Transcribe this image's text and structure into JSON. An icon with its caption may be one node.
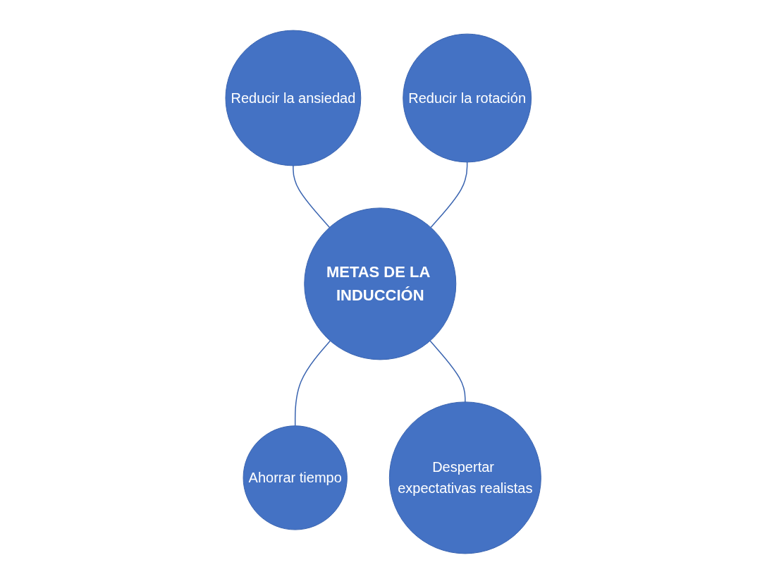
{
  "diagram": {
    "nodes": [
      {
        "text": [
          "Reducir la ansiedad"
        ]
      },
      {
        "text": [
          "Reducir la rotación"
        ]
      },
      {
        "text": [
          "METAS DE LA INDUCCIÓN"
        ]
      },
      {
        "text": [
          "Ahorrar tiempo"
        ]
      },
      {
        "text": [
          "Despertar expectativas realistas"
        ]
      }
    ],
    "edges": [
      {
        "from": 0,
        "to": 2,
        "arrow": "none"
      },
      {
        "from": 1,
        "to": 2,
        "arrow": "none"
      },
      {
        "from": 2,
        "to": 3,
        "arrow": "none"
      },
      {
        "from": 2,
        "to": 4,
        "arrow": "none"
      }
    ]
  }
}
